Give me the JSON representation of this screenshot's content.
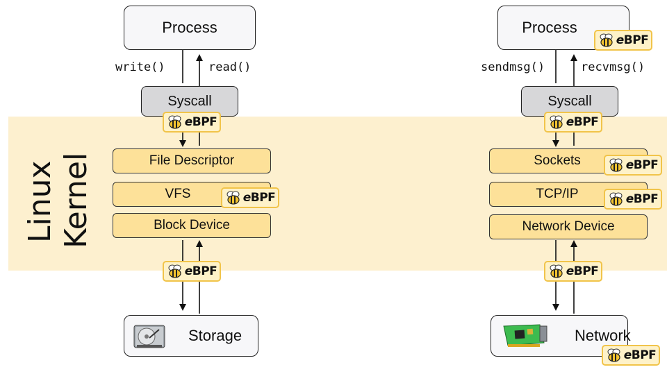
{
  "kernel_label": [
    "Linux",
    "Kernel"
  ],
  "ebpf_badge": {
    "prefix": "e",
    "suffix": "BPF"
  },
  "left": {
    "process": "Process",
    "call_down": "write()",
    "call_up": "read()",
    "syscall": "Syscall",
    "layers": [
      "File Descriptor",
      "VFS",
      "Block Device"
    ],
    "device": "Storage",
    "device_icon": "hard-drive-icon"
  },
  "right": {
    "process": "Process",
    "call_down": "sendmsg()",
    "call_up": "recvmsg()",
    "syscall": "Syscall",
    "layers": [
      "Sockets",
      "TCP/IP",
      "Network Device"
    ],
    "device": "Network",
    "device_icon": "network-card-icon"
  },
  "colors": {
    "kernel_band": "#fdf0cf",
    "layer_fill": "#fde199",
    "badge_border": "#f1c44a",
    "syscall_fill": "#d7d7d9"
  }
}
